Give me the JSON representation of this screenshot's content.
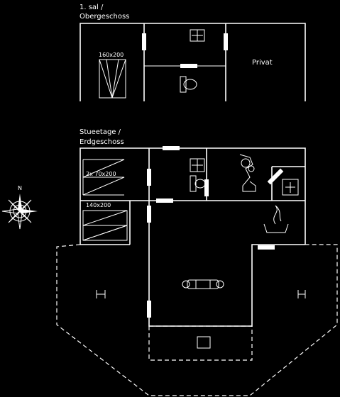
{
  "floors": {
    "upper": {
      "title_line1": "1. sal /",
      "title_line2": "Obergeschoss"
    },
    "ground": {
      "title_line1": "Stueetage /",
      "title_line2": "Erdgeschoss"
    }
  },
  "rooms": {
    "upper_bed": "160x200",
    "private": "Privat",
    "ground_bed_1": "2x 70x200",
    "ground_bed_2": "140x200"
  },
  "compass": {
    "north": "N"
  }
}
